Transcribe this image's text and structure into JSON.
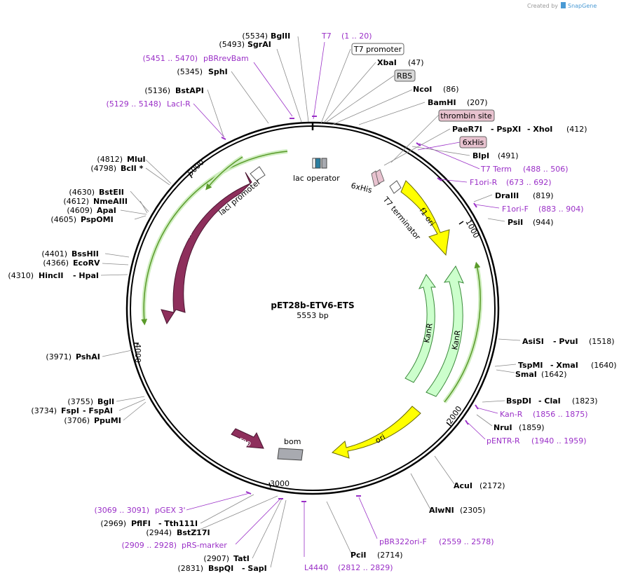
{
  "header": {
    "credit": "Created by",
    "brand": "SnapGene"
  },
  "plasmid": {
    "name": "pET28b-ETV6-ETS",
    "size": "5553 bp"
  },
  "ticks": [
    "1000",
    "2000",
    "3000",
    "4000",
    "5000"
  ],
  "features": {
    "lacI": "lacI",
    "lacI_promoter": "lacI promoter",
    "lac_operator": "lac operator",
    "his": "6xHis",
    "t7_terminator": "T7 terminator",
    "f1_ori": "f1 ori",
    "kanR_1": "KanR",
    "kanR_2": "KanR",
    "ori": "ori",
    "rop": "rop",
    "bom": "bom"
  },
  "sites": {
    "bglII": {
      "name": "BglII",
      "pos": "(5534)"
    },
    "sgrAI": {
      "name": "SgrAI",
      "pos": "(5493)"
    },
    "pbrrevbam": {
      "name": "pBRrevBam",
      "pos": "(5451 .. 5470)"
    },
    "sphI": {
      "name": "SphI",
      "pos": "(5345)"
    },
    "bstAPI": {
      "name": "BstAPI",
      "pos": "(5136)"
    },
    "laciR": {
      "name": "LacI-R",
      "pos": "(5129 .. 5148)"
    },
    "mluI": {
      "name": "MluI",
      "pos": "(4812)"
    },
    "bclI": {
      "name": "BclI *",
      "pos": "(4798)"
    },
    "bstEII": {
      "name": "BstEII",
      "pos": "(4630)"
    },
    "nmeAIII": {
      "name": "NmeAIII",
      "pos": "(4612)"
    },
    "apaI": {
      "name": "ApaI",
      "pos": "(4609)"
    },
    "pspOMI": {
      "name": "PspOMI",
      "pos": "(4605)"
    },
    "bssHII": {
      "name": "BssHII",
      "pos": "(4401)"
    },
    "ecoRV": {
      "name": "EcoRV",
      "pos": "(4366)"
    },
    "hincII": {
      "name": "HincII",
      "name2": "- HpaI",
      "pos": "(4310)"
    },
    "pshAI": {
      "name": "PshAI",
      "pos": "(3971)"
    },
    "bglI": {
      "name": "BglI",
      "pos": "(3755)"
    },
    "fspI": {
      "name": "FspI",
      "name2": "- FspAI",
      "pos": "(3734)"
    },
    "ppuMI": {
      "name": "PpuMI",
      "pos": "(3706)"
    },
    "pgex3": {
      "name": "pGEX 3'",
      "pos": "(3069 .. 3091)"
    },
    "pflFI": {
      "name": "PflFI",
      "name2": "- Tth111I",
      "pos": "(2969)"
    },
    "bstZ17I": {
      "name": "BstZ17I",
      "pos": "(2944)"
    },
    "prsmarker": {
      "name": "pRS-marker",
      "pos": "(2909 .. 2928)"
    },
    "tatI": {
      "name": "TatI",
      "pos": "(2907)"
    },
    "bspQI": {
      "name": "BspQI",
      "name2": "- SapI",
      "pos": "(2831)"
    },
    "l4440": {
      "name": "L4440",
      "pos": "(2812 .. 2829)"
    },
    "pciI": {
      "name": "PciI",
      "pos": "(2714)"
    },
    "pbr322ori": {
      "name": "pBR322ori-F",
      "pos": "(2559 .. 2578)"
    },
    "alwNI": {
      "name": "AlwNI",
      "pos": "(2305)"
    },
    "acuI": {
      "name": "AcuI",
      "pos": "(2172)"
    },
    "pentrR": {
      "name": "pENTR-R",
      "pos": "(1940 .. 1959)"
    },
    "nruI": {
      "name": "NruI",
      "pos": "(1859)"
    },
    "kanRp": {
      "name": "Kan-R",
      "pos": "(1856 .. 1875)"
    },
    "bspDI": {
      "name": "BspDI",
      "name2": "- ClaI",
      "pos": "(1823)"
    },
    "tspMI": {
      "name": "TspMI",
      "name2": "- XmaI",
      "pos": "(1640)"
    },
    "smaI": {
      "name": "SmaI",
      "pos": "(1642)"
    },
    "asiSI": {
      "name": "AsiSI",
      "name2": "- PvuI",
      "pos": "(1518)"
    },
    "psiI": {
      "name": "PsiI",
      "pos": "(944)"
    },
    "f1oriF": {
      "name": "F1ori-F",
      "pos": "(883 .. 904)"
    },
    "draIII": {
      "name": "DraIII",
      "pos": "(819)"
    },
    "f1oriR": {
      "name": "F1ori-R",
      "pos": "(673 .. 692)"
    },
    "t7term": {
      "name": "T7 Term",
      "pos": "(488 .. 506)"
    },
    "blpI": {
      "name": "BlpI",
      "pos": "(491)"
    },
    "his6": {
      "name": "6xHis"
    },
    "paeR7I": {
      "name": "PaeR7I",
      "name2": "- PspXI",
      "name3": "- XhoI",
      "pos": "(412)"
    },
    "thrombin": {
      "name": "thrombin site"
    },
    "bamHI": {
      "name": "BamHI",
      "pos": "(207)"
    },
    "ncoI": {
      "name": "NcoI",
      "pos": "(86)"
    },
    "rbs": {
      "name": "RBS"
    },
    "xbaI": {
      "name": "XbaI",
      "pos": "(47)"
    },
    "t7prom": {
      "name": "T7 promoter"
    },
    "t7": {
      "name": "T7",
      "pos": "(1 .. 20)"
    }
  },
  "colors": {
    "lacI": "#8e2f5c",
    "orf_outline": "#4a1530",
    "f1ori": "#ffff00",
    "kanR": "#ccffcc",
    "rop": "#8e2f5c",
    "bom": "#a8aab0",
    "primer": "#9a2fc7",
    "orf_glow": "#6ec83a",
    "thrombin": "#e8c2cf",
    "lac_operator": "#2a7ea0"
  }
}
